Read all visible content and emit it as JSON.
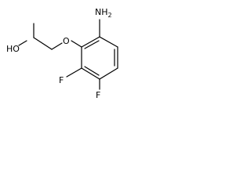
{
  "molecule": {
    "labels": {
      "amine": "NH",
      "amine_subscript": "2",
      "ether_oxygen": "O",
      "hydroxyl": "HO",
      "fluorine_1": "F",
      "fluorine_2": "F"
    },
    "colors": {
      "bond": "#000000",
      "atom_text": "#000000",
      "background": "#ffffff"
    }
  }
}
